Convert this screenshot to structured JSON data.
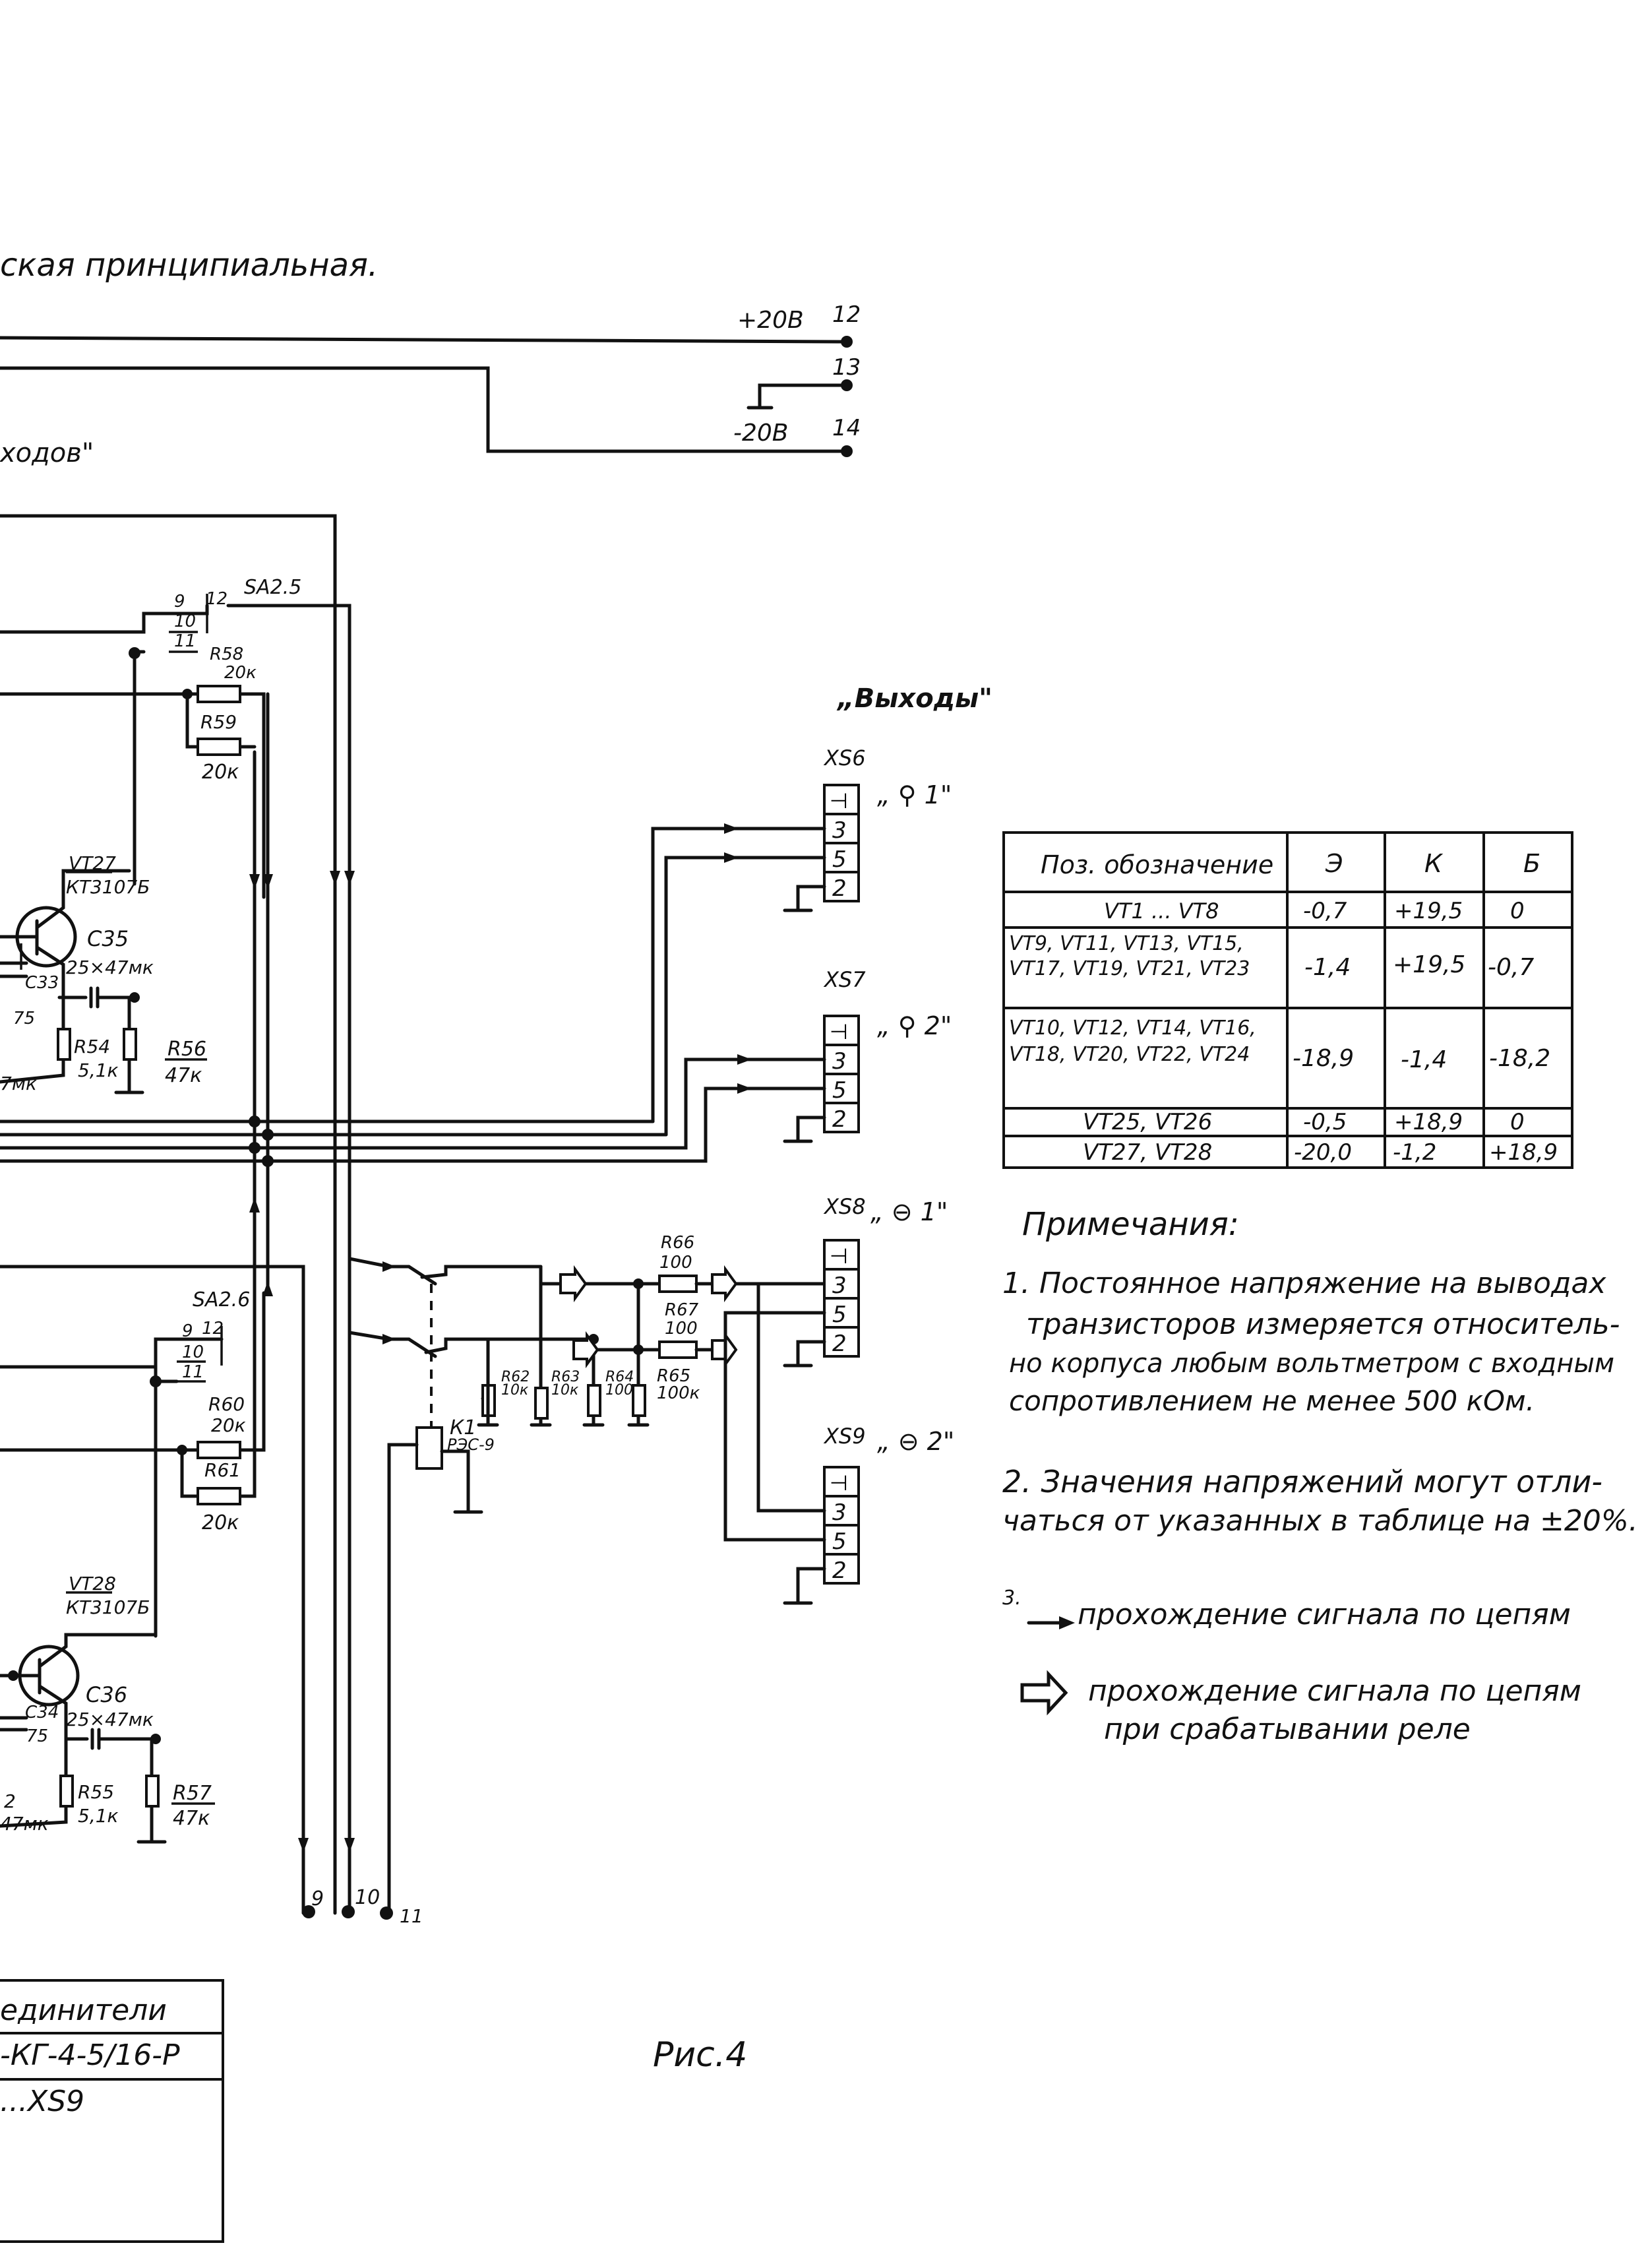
{
  "header": {
    "title_fragment": "ская принципиальная.",
    "outputs_fragment": "ходов\""
  },
  "power": {
    "plus": "+20В",
    "minus": "-20В",
    "pin_plus": "12",
    "pin_gnd": "13",
    "pin_minus": "14"
  },
  "components": {
    "sa25": "SA2.5",
    "sa26": "SA2.6",
    "sw_pins_top": [
      "9",
      "12",
      "10",
      "11"
    ],
    "sw_pins_bot": [
      "9",
      "12",
      "10",
      "11"
    ],
    "r58": "R58",
    "r58_val": "20к",
    "r59": "R59",
    "r59_val": "20к",
    "r60": "R60",
    "r60_val": "20к",
    "r61": "R61",
    "r61_val": "20к",
    "vt27": "VT27",
    "vt27_type": "КТ3107Б",
    "vt28": "VT28",
    "vt28_type": "КТ3107Б",
    "c35": "C35",
    "c35_val": "25×47мк",
    "c36": "C36",
    "c36_val": "25×47мк",
    "c33": "C33",
    "c33_val": "75",
    "c34": "C34",
    "c34_val": "75",
    "r54": "R54",
    "r54_val": "5,1к",
    "r55": "R55",
    "r55_val": "5,1к",
    "r56": "R56",
    "r56_val": "47к",
    "r57": "R57",
    "r57_val": "47к",
    "left_cap_top": "7мк",
    "left_cap_bot": "47мк",
    "left_num_bot": "2",
    "k1": "К1",
    "k1_type": "РЭС-9",
    "r62": "R62",
    "r62_val": "10к",
    "r63": "R63",
    "r63_val": "10к",
    "r64": "R64",
    "r64_val": "100",
    "r65": "R65",
    "r65_val": "100к",
    "r66": "R66",
    "r66_val": "100",
    "r67": "R67",
    "r67_val": "100",
    "bottom_pins": [
      "9",
      "10",
      "11"
    ]
  },
  "outputs": {
    "title": "„Выходы\"",
    "connectors": [
      {
        "name": "XS6",
        "label": "„ ⚲ 1\"",
        "pins": [
          "3",
          "5",
          "2"
        ]
      },
      {
        "name": "XS7",
        "label": "„ ⚲ 2\"",
        "pins": [
          "3",
          "5",
          "2"
        ]
      },
      {
        "name": "XS8",
        "label": "„ ⊖ 1\"",
        "pins": [
          "3",
          "5",
          "2"
        ]
      },
      {
        "name": "XS9",
        "label": "„ ⊖ 2\"",
        "pins": [
          "3",
          "5",
          "2"
        ]
      }
    ]
  },
  "voltage_table": {
    "headers": [
      "Поз. обозначение",
      "Э",
      "К",
      "Б"
    ],
    "rows": [
      {
        "pos": [
          "VT1 ... VT8"
        ],
        "e": "-0,7",
        "k": "+19,5",
        "b": "0"
      },
      {
        "pos": [
          "VT9, VT11, VT13, VT15,",
          "VT17, VT19, VT21, VT23"
        ],
        "e": "-1,4",
        "k": "+19,5",
        "b": "-0,7"
      },
      {
        "pos": [
          "VT10, VT12, VT14, VT16,",
          "VT18, VT20, VT22, VT24"
        ],
        "e": "-18,9",
        "k": "-1,4",
        "b": "-18,2"
      },
      {
        "pos": [
          "VT25, VT26"
        ],
        "e": "-0,5",
        "k": "+18,9",
        "b": "0"
      },
      {
        "pos": [
          "VT27, VT28"
        ],
        "e": "-20,0",
        "k": "-1,2",
        "b": "+18,9"
      }
    ]
  },
  "notes": {
    "title": "Примечания:",
    "n1": [
      "1. Постоянное напряжение на выводах",
      "транзисторов измеряется относитель-",
      "но корпуса любым вольтметром с входным",
      "сопротивлением не менее 500 кОм."
    ],
    "n2": [
      "2. Значения напряжений могут отли-",
      "чаться от указанных в таблице на ±20%."
    ],
    "n3_num": "3.",
    "n3": "прохождение сигнала по цепям",
    "n4": [
      "прохождение сигнала по цепям",
      "при срабатывании реле"
    ]
  },
  "title_block": {
    "line1": "единители",
    "line2": "-КГ-4-5/16-Р",
    "line3": "...XS9"
  },
  "figure_label": "Рис.4"
}
